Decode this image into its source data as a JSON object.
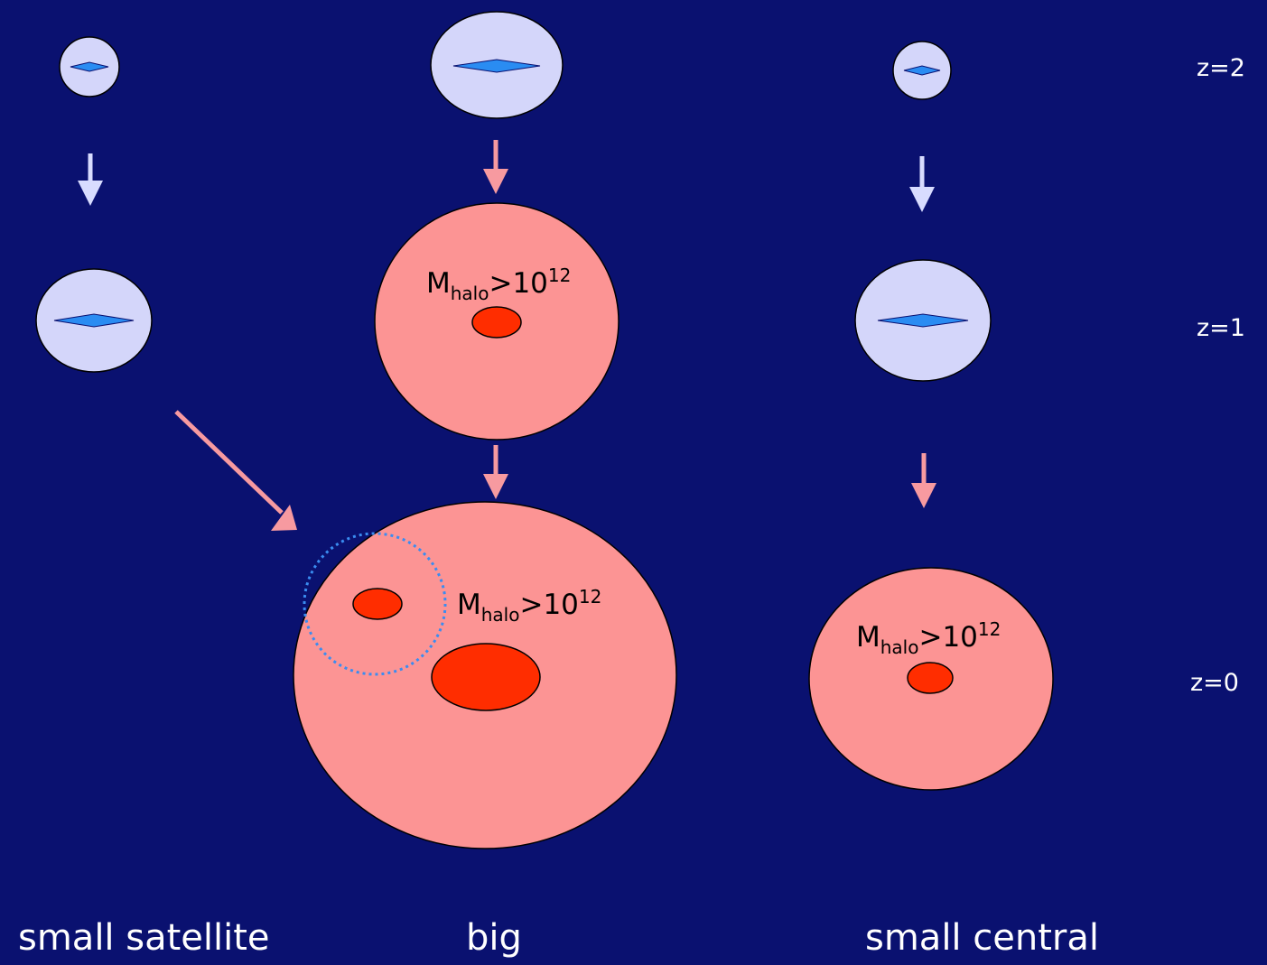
{
  "colors": {
    "background": "#0a1170",
    "gas_halo": "#d4d6fa",
    "hot_halo": "#fc9494",
    "disk": "#2a8cf2",
    "quenched_galaxy": "#ff2d00",
    "blue_arrow": "#d8dcff",
    "pink_arrow": "#f79aa0",
    "satellite_ring": "#3a8cf0"
  },
  "redshift_labels": {
    "z2": "z=2",
    "z1": "z=1",
    "z0": "z=0"
  },
  "column_labels": {
    "satellite": "small satellite",
    "big": "big",
    "central": "small central"
  },
  "halo_mass_label": {
    "prefix": "M",
    "subscript": "halo",
    "relation": ">10",
    "exponent": "12"
  },
  "icons": {
    "cold_halo": "cold-gas-halo-with-disk-icon",
    "hot_halo": "hot-massive-halo-icon",
    "evolution_arrow": "arrow-down-icon",
    "infall_arrow": "infall-arrow-icon"
  }
}
